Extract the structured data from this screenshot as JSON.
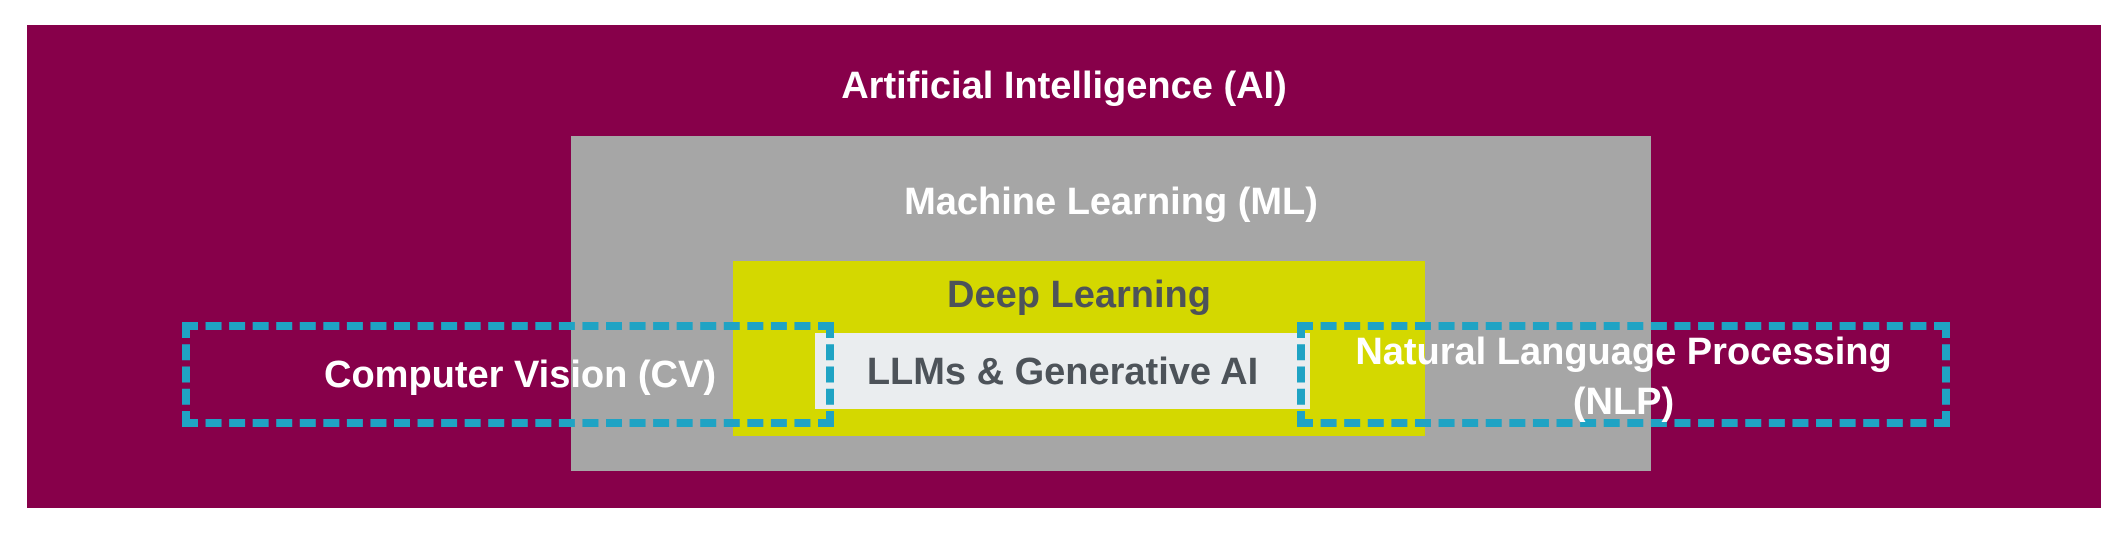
{
  "colors": {
    "ai_bg": "#87004a",
    "ml_bg": "#a6a6a6",
    "dl_bg": "#d4d800",
    "llm_bg": "#eaedef",
    "dashed_border": "#1fa3c4",
    "light_text": "#ffffff",
    "dark_text": "#4d5359"
  },
  "diagram": {
    "ai_label": "Artificial Intelligence (AI)",
    "ml_label": "Machine Learning (ML)",
    "dl_label": "Deep Learning",
    "llm_label": "LLMs & Generative AI",
    "cv_label": "Computer Vision (CV)",
    "nlp_label_line1": "Natural Language Processing",
    "nlp_label_line2": "(NLP)"
  }
}
